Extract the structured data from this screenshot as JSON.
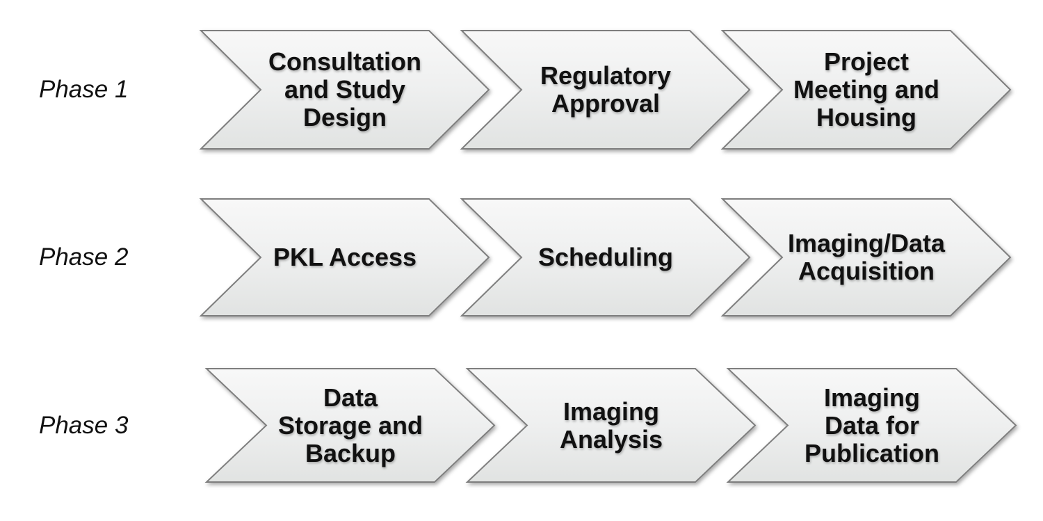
{
  "diagram": {
    "background_color": "#ffffff",
    "colors": {
      "chevron_fill_top": "#f8f8f8",
      "chevron_fill_mid": "#eeefef",
      "chevron_fill_bottom": "#e1e3e2",
      "chevron_border": "#7e7e7e",
      "text": "#111111"
    },
    "rows": [
      {
        "phase_label": "Phase 1",
        "steps": [
          {
            "lines": [
              "Consultation",
              "and Study",
              "Design"
            ]
          },
          {
            "lines": [
              "Regulatory",
              "Approval"
            ]
          },
          {
            "lines": [
              "Project",
              "Meeting and",
              "Housing"
            ]
          }
        ]
      },
      {
        "phase_label": "Phase 2",
        "steps": [
          {
            "lines": [
              "PKL Access"
            ]
          },
          {
            "lines": [
              "Scheduling"
            ]
          },
          {
            "lines": [
              "Imaging/Data",
              "Acquisition"
            ]
          }
        ]
      },
      {
        "phase_label": "Phase 3",
        "steps": [
          {
            "lines": [
              "Data",
              "Storage and",
              "Backup"
            ]
          },
          {
            "lines": [
              "Imaging",
              "Analysis"
            ]
          },
          {
            "lines": [
              "Imaging",
              "Data for",
              "Publication"
            ]
          }
        ]
      }
    ]
  }
}
